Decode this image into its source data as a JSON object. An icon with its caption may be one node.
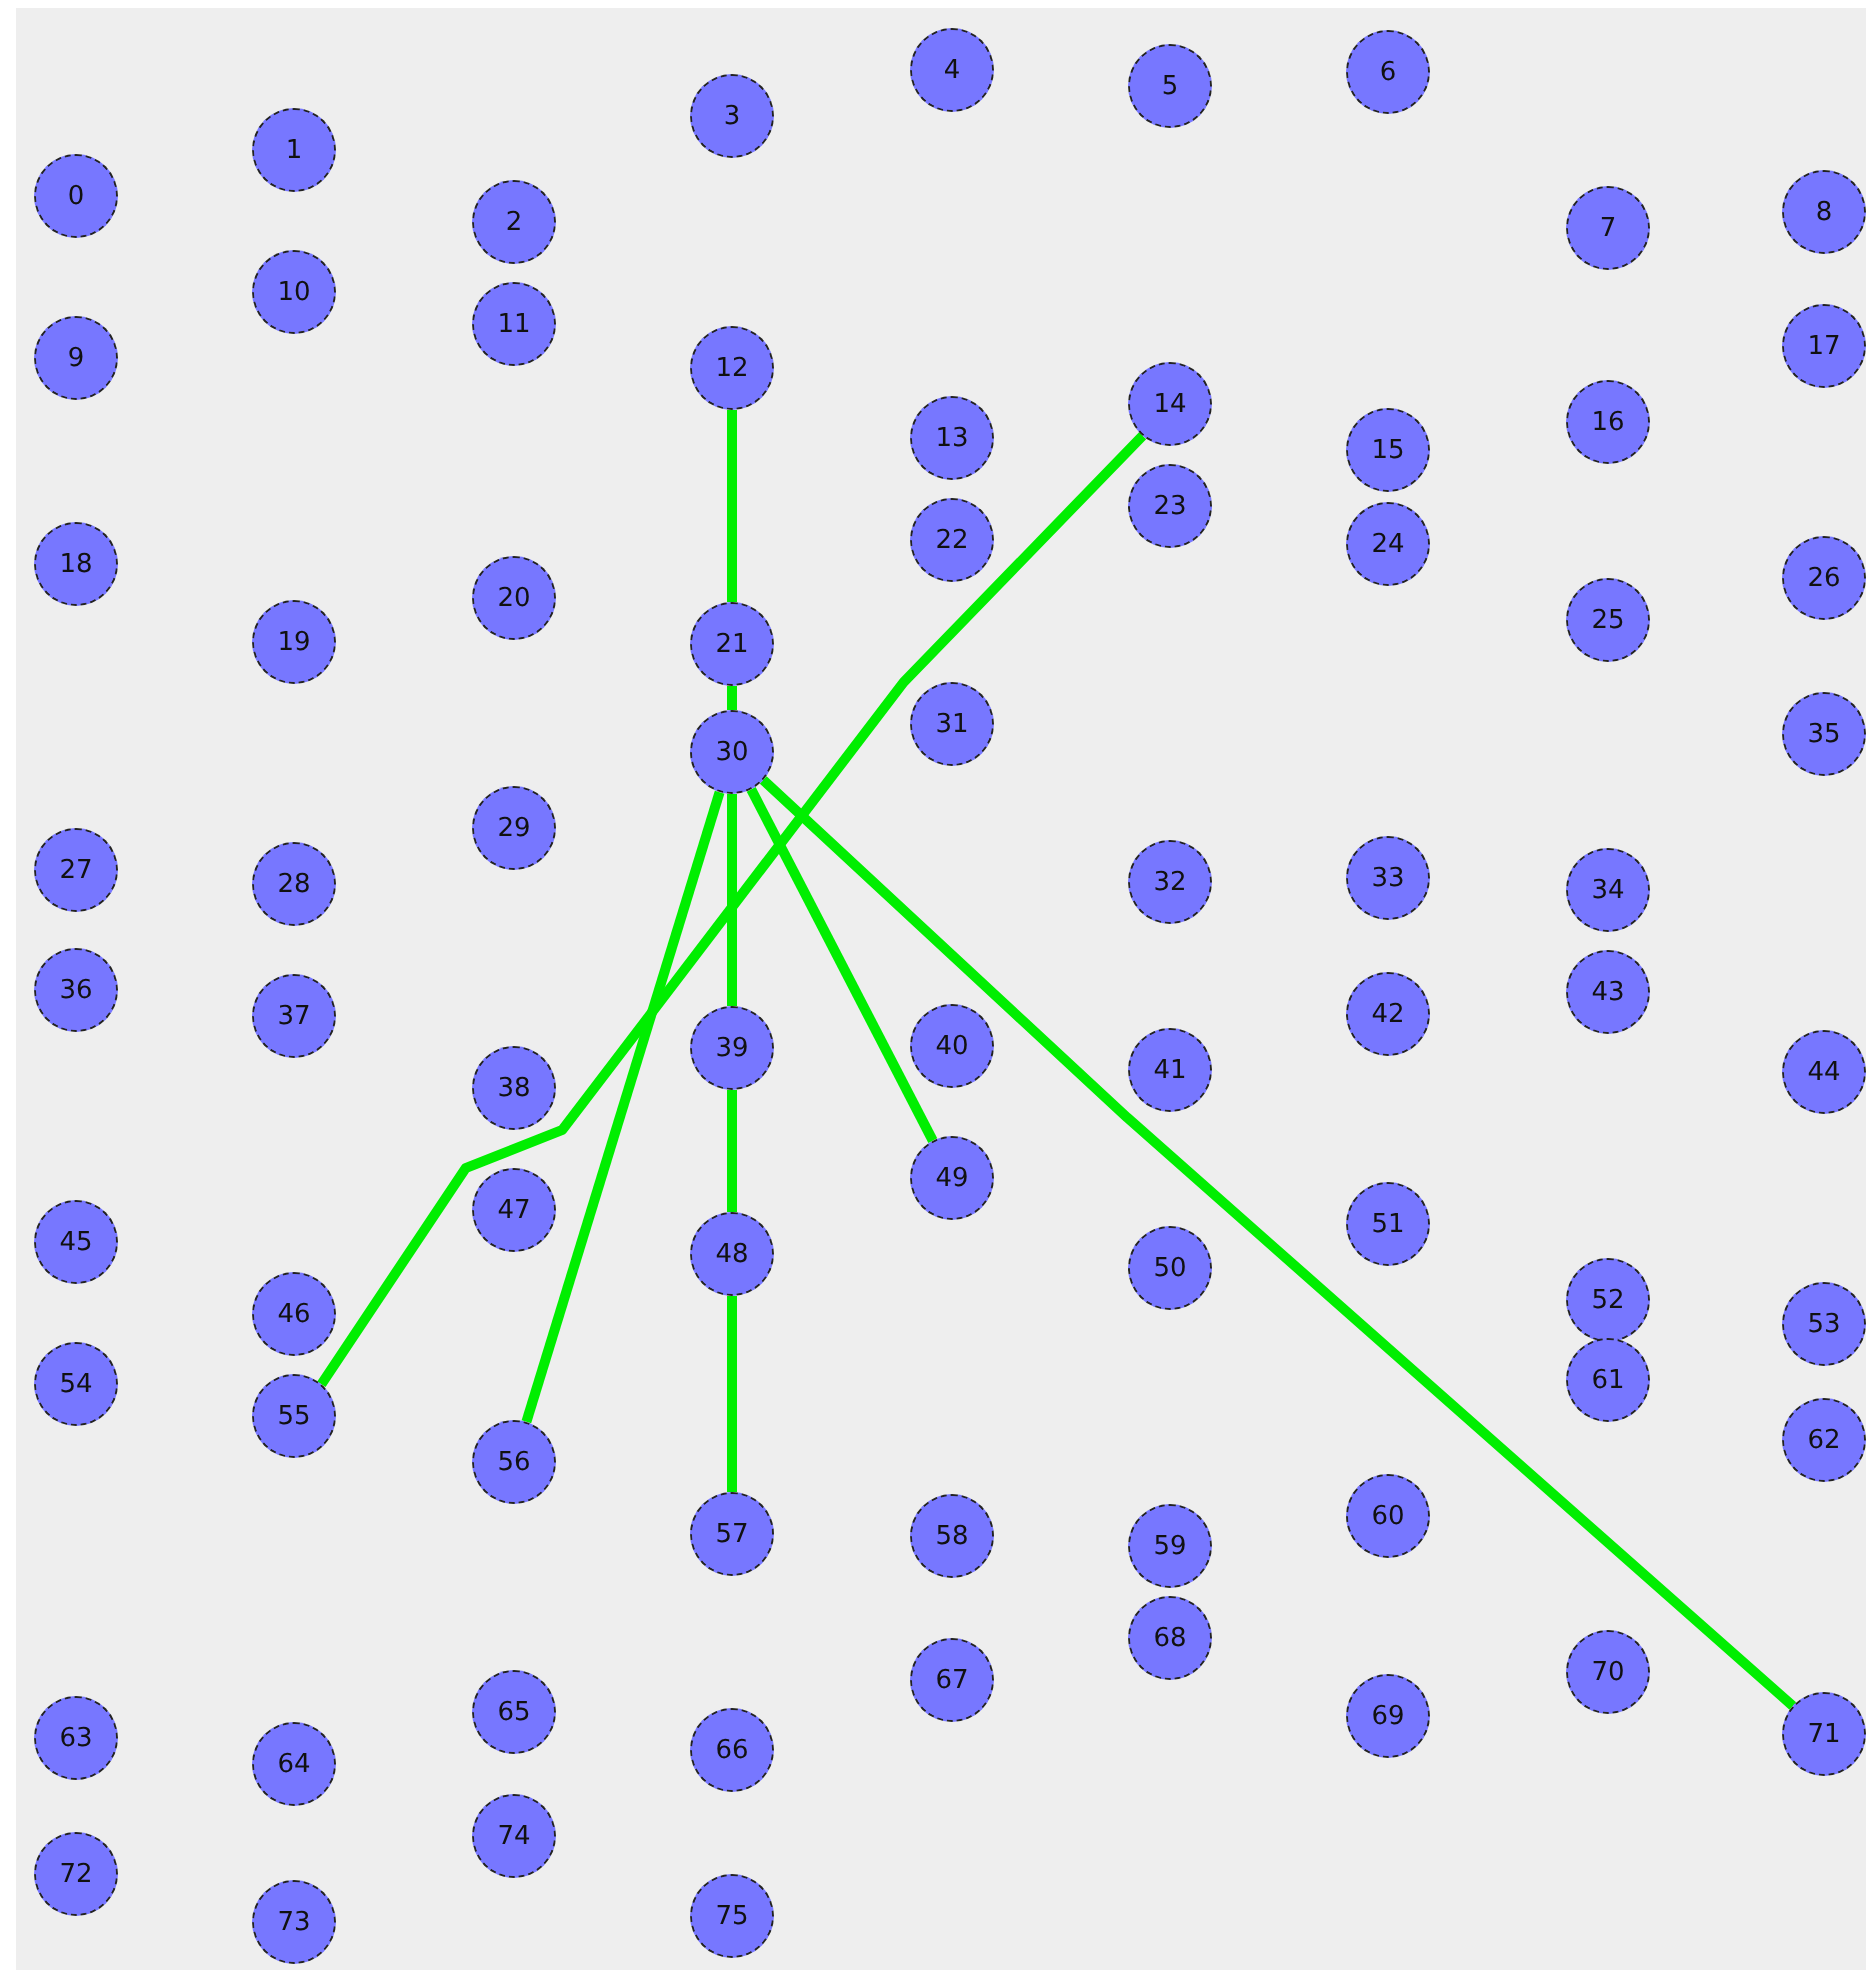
{
  "diagram": {
    "nodes": [
      {
        "text": [
          "0"
        ]
      },
      {
        "text": [
          "1"
        ]
      },
      {
        "text": [
          "2"
        ]
      },
      {
        "text": [
          "3"
        ]
      },
      {
        "text": [
          "4"
        ]
      },
      {
        "text": [
          "5"
        ]
      },
      {
        "text": [
          "6"
        ]
      },
      {
        "text": [
          "7"
        ]
      },
      {
        "text": [
          "8"
        ]
      },
      {
        "text": [
          "9"
        ]
      },
      {
        "text": [
          "10"
        ]
      },
      {
        "text": [
          "11"
        ]
      },
      {
        "text": [
          "12"
        ]
      },
      {
        "text": [
          "13"
        ]
      },
      {
        "text": [
          "14"
        ]
      },
      {
        "text": [
          "15"
        ]
      },
      {
        "text": [
          "16"
        ]
      },
      {
        "text": [
          "17"
        ]
      },
      {
        "text": [
          "18"
        ]
      },
      {
        "text": [
          "19"
        ]
      },
      {
        "text": [
          "20"
        ]
      },
      {
        "text": [
          "21"
        ]
      },
      {
        "text": [
          "22"
        ]
      },
      {
        "text": [
          "23"
        ]
      },
      {
        "text": [
          "24"
        ]
      },
      {
        "text": [
          "25"
        ]
      },
      {
        "text": [
          "26"
        ]
      },
      {
        "text": [
          "27"
        ]
      },
      {
        "text": [
          "28"
        ]
      },
      {
        "text": [
          "29"
        ]
      },
      {
        "text": [
          "30"
        ]
      },
      {
        "text": [
          "31"
        ]
      },
      {
        "text": [
          "32"
        ]
      },
      {
        "text": [
          "33"
        ]
      },
      {
        "text": [
          "34"
        ]
      },
      {
        "text": [
          "35"
        ]
      },
      {
        "text": [
          "36"
        ]
      },
      {
        "text": [
          "37"
        ]
      },
      {
        "text": [
          "38"
        ]
      },
      {
        "text": [
          "39"
        ]
      },
      {
        "text": [
          "40"
        ]
      },
      {
        "text": [
          "41"
        ]
      },
      {
        "text": [
          "42"
        ]
      },
      {
        "text": [
          "43"
        ]
      },
      {
        "text": [
          "44"
        ]
      },
      {
        "text": [
          "45"
        ]
      },
      {
        "text": [
          "46"
        ]
      },
      {
        "text": [
          "47"
        ]
      },
      {
        "text": [
          "48"
        ]
      },
      {
        "text": [
          "49"
        ]
      },
      {
        "text": [
          "50"
        ]
      },
      {
        "text": [
          "51"
        ]
      },
      {
        "text": [
          "52"
        ]
      },
      {
        "text": [
          "53"
        ]
      },
      {
        "text": [
          "54"
        ]
      },
      {
        "text": [
          "55"
        ]
      },
      {
        "text": [
          "56"
        ]
      },
      {
        "text": [
          "57"
        ]
      },
      {
        "text": [
          "58"
        ]
      },
      {
        "text": [
          "59"
        ]
      },
      {
        "text": [
          "60"
        ]
      },
      {
        "text": [
          "61"
        ]
      },
      {
        "text": [
          "62"
        ]
      },
      {
        "text": [
          "63"
        ]
      },
      {
        "text": [
          "64"
        ]
      },
      {
        "text": [
          "65"
        ]
      },
      {
        "text": [
          "66"
        ]
      },
      {
        "text": [
          "67"
        ]
      },
      {
        "text": [
          "68"
        ]
      },
      {
        "text": [
          "69"
        ]
      },
      {
        "text": [
          "70"
        ]
      },
      {
        "text": [
          "71"
        ]
      },
      {
        "text": [
          "72"
        ]
      },
      {
        "text": [
          "73"
        ]
      },
      {
        "text": [
          "74"
        ]
      },
      {
        "text": [
          "75"
        ]
      }
    ],
    "edges": [
      {
        "from": 12,
        "to": 21,
        "arrow": "none"
      },
      {
        "from": 21,
        "to": 30,
        "arrow": "none"
      },
      {
        "from": 30,
        "to": 39,
        "arrow": "none"
      },
      {
        "from": 39,
        "to": 48,
        "arrow": "none"
      },
      {
        "from": 48,
        "to": 57,
        "arrow": "none"
      },
      {
        "from": 30,
        "to": 56,
        "arrow": "none"
      },
      {
        "from": 30,
        "to": 49,
        "arrow": "none"
      },
      {
        "from": 30,
        "to": 71,
        "arrow": "none"
      },
      {
        "from": 14,
        "to": 55,
        "arrow": "none"
      }
    ]
  }
}
